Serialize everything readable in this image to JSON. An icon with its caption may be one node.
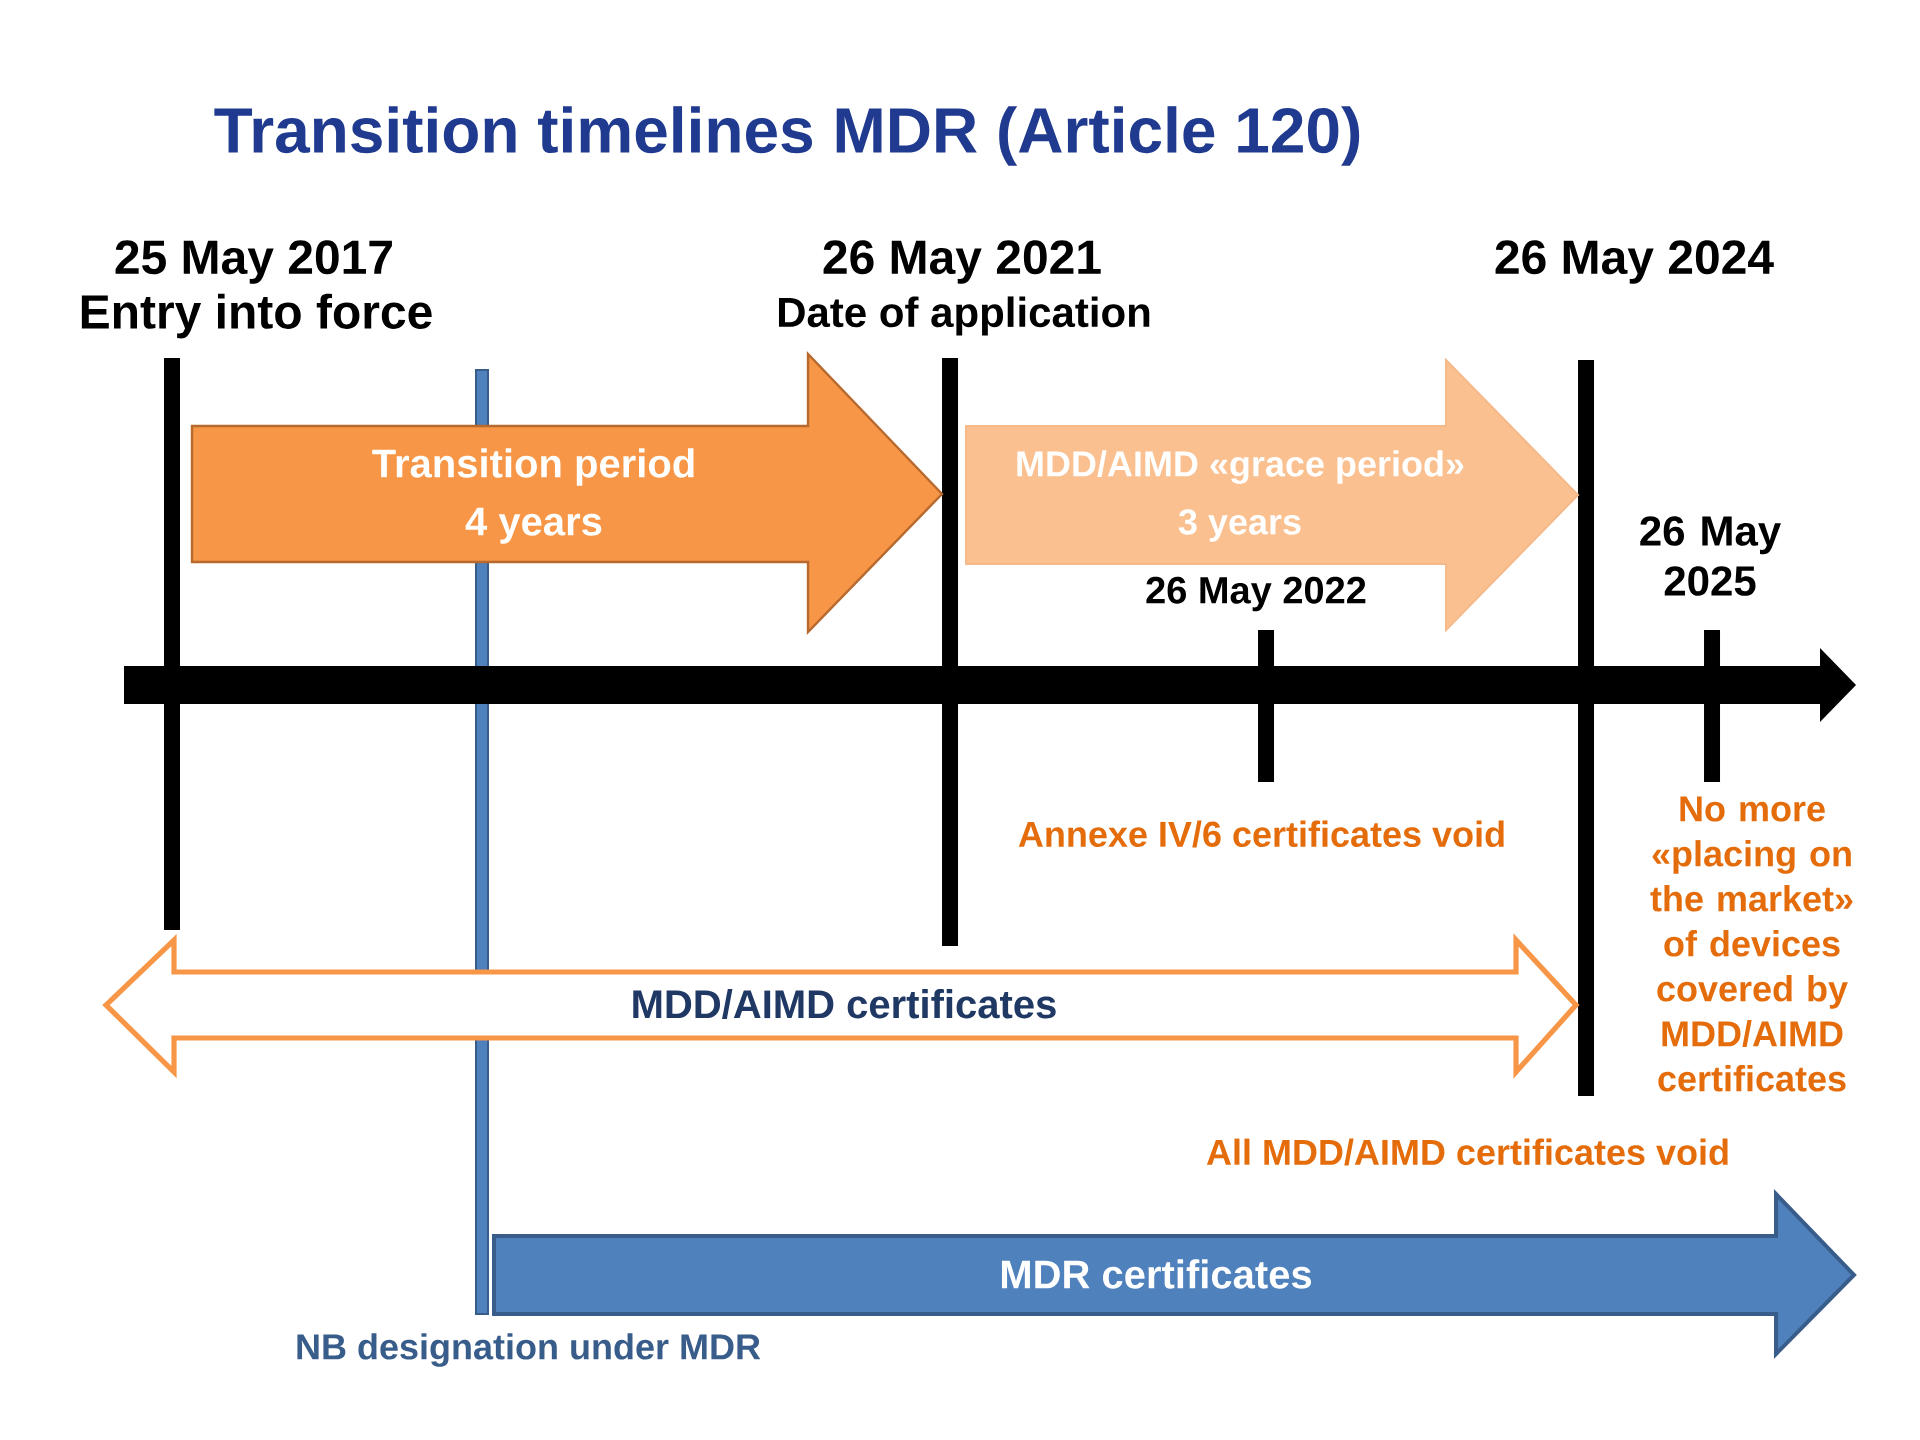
{
  "diagram": {
    "title": "Transition timelines MDR (Article 120)",
    "nodes": [
      {
        "text": [
          "Transition period",
          "4 years"
        ]
      },
      {
        "text": [
          "MDD/AIMD «grace period»",
          "3 years"
        ]
      },
      {
        "text": [
          "MDD/AIMD certificates"
        ]
      },
      {
        "text": [
          "MDR certificates"
        ]
      }
    ],
    "labels": [
      "25 May 2017",
      "Entry into force",
      "26 May 2021",
      "Date of application",
      "26 May 2024",
      "26 May 2025",
      "26 May 2022",
      "Annexe IV/6 certificates void",
      "No more «placing on the market» of devices covered by MDD/AIMD certificates",
      "All MDD/AIMD certificates void",
      "NB designation under MDR"
    ]
  }
}
